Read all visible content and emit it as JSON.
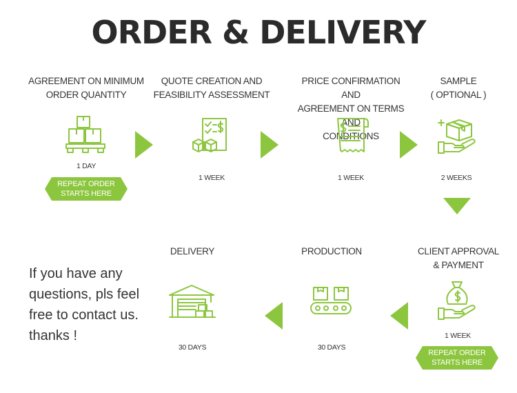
{
  "title": "ORDER & DELIVERY",
  "colors": {
    "accent": "#8cc63f",
    "text": "#333333"
  },
  "steps": [
    {
      "label_lines": [
        "AGREEMENT ON MINIMUM",
        "ORDER QUANTITY"
      ],
      "duration": "1 DAY",
      "icon": "pallet-boxes-icon",
      "badge": [
        "REPEAT ORDER",
        "STARTS HERE"
      ]
    },
    {
      "label_lines": [
        "QUOTE CREATION AND",
        "FEASIBILITY ASSESSMENT"
      ],
      "duration": "1 WEEK",
      "icon": "quote-checklist-icon"
    },
    {
      "label_lines": [
        "PRICE CONFIRMATION AND",
        "AGREEMENT ON TERMS AND",
        "CONDITIONS"
      ],
      "duration": "1 WEEK",
      "icon": "receipt-icon"
    },
    {
      "label_lines": [
        "SAMPLE",
        "( OPTIONAL )"
      ],
      "duration": "2 WEEKS",
      "icon": "hand-box-icon"
    },
    {
      "label_lines": [
        "CLIENT APPROVAL",
        "& PAYMENT"
      ],
      "duration": "1 WEEK",
      "icon": "hand-money-bag-icon",
      "badge": [
        "REPEAT ORDER",
        "STARTS HERE"
      ]
    },
    {
      "label_lines": [
        "PRODUCTION"
      ],
      "duration": "30 DAYS",
      "icon": "conveyor-icon"
    },
    {
      "label_lines": [
        "DELIVERY"
      ],
      "duration": "30 DAYS",
      "icon": "warehouse-icon"
    }
  ],
  "contact_lines": [
    "If  you have any",
    "questions, pls feel",
    "free to contact us.",
    "thanks !"
  ]
}
